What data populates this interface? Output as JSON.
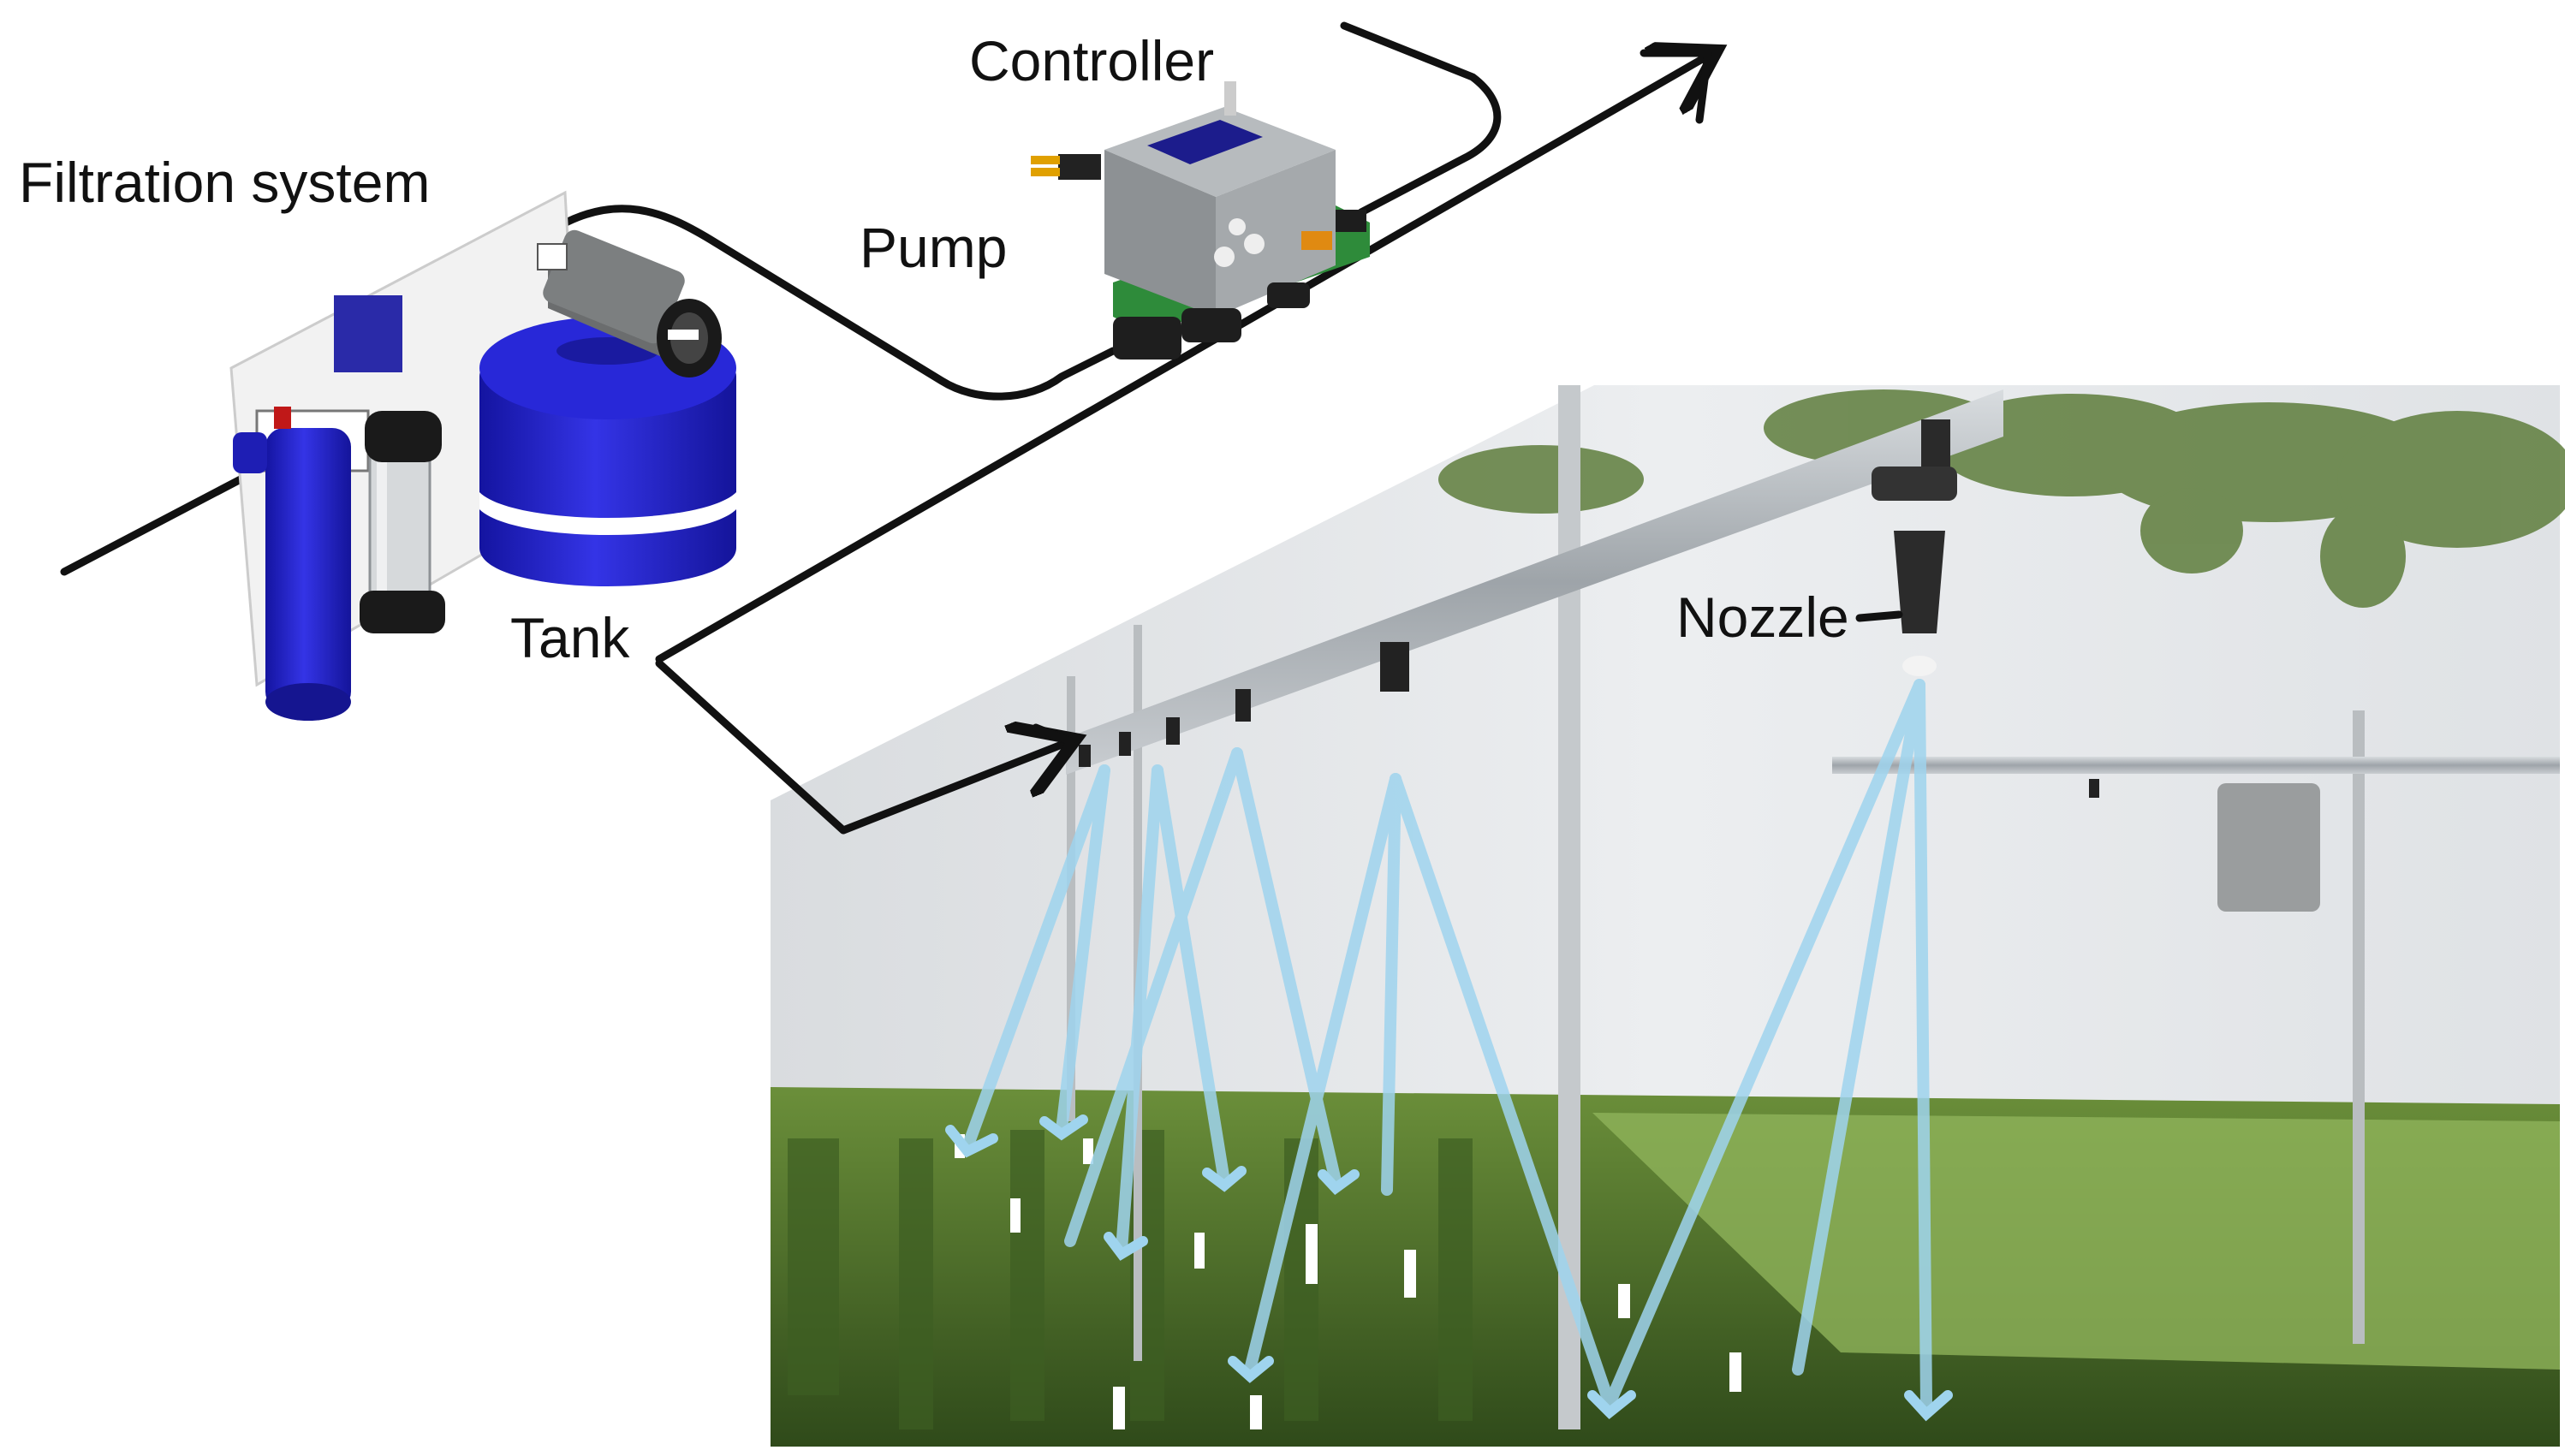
{
  "labels": {
    "filtration": "Filtration system",
    "controller": "Controller",
    "pump": "Pump",
    "tank": "Tank",
    "nozzle": "Nozzle"
  },
  "colors": {
    "tank_blue": "#2020c8",
    "filter_blue": "#1c1cb0",
    "pipe": "#111111",
    "spray": "#9fd4ee",
    "foliage": "#4f7a2a",
    "greenhouse_film": "#e6e8ea",
    "metal_frame": "#b7bcc0"
  },
  "icons": [
    "filter-housing-icon",
    "pressure-tank-icon",
    "pump-icon",
    "controller-box-icon",
    "nozzle-icon",
    "flow-arrow-icon",
    "water-spray-icon"
  ]
}
